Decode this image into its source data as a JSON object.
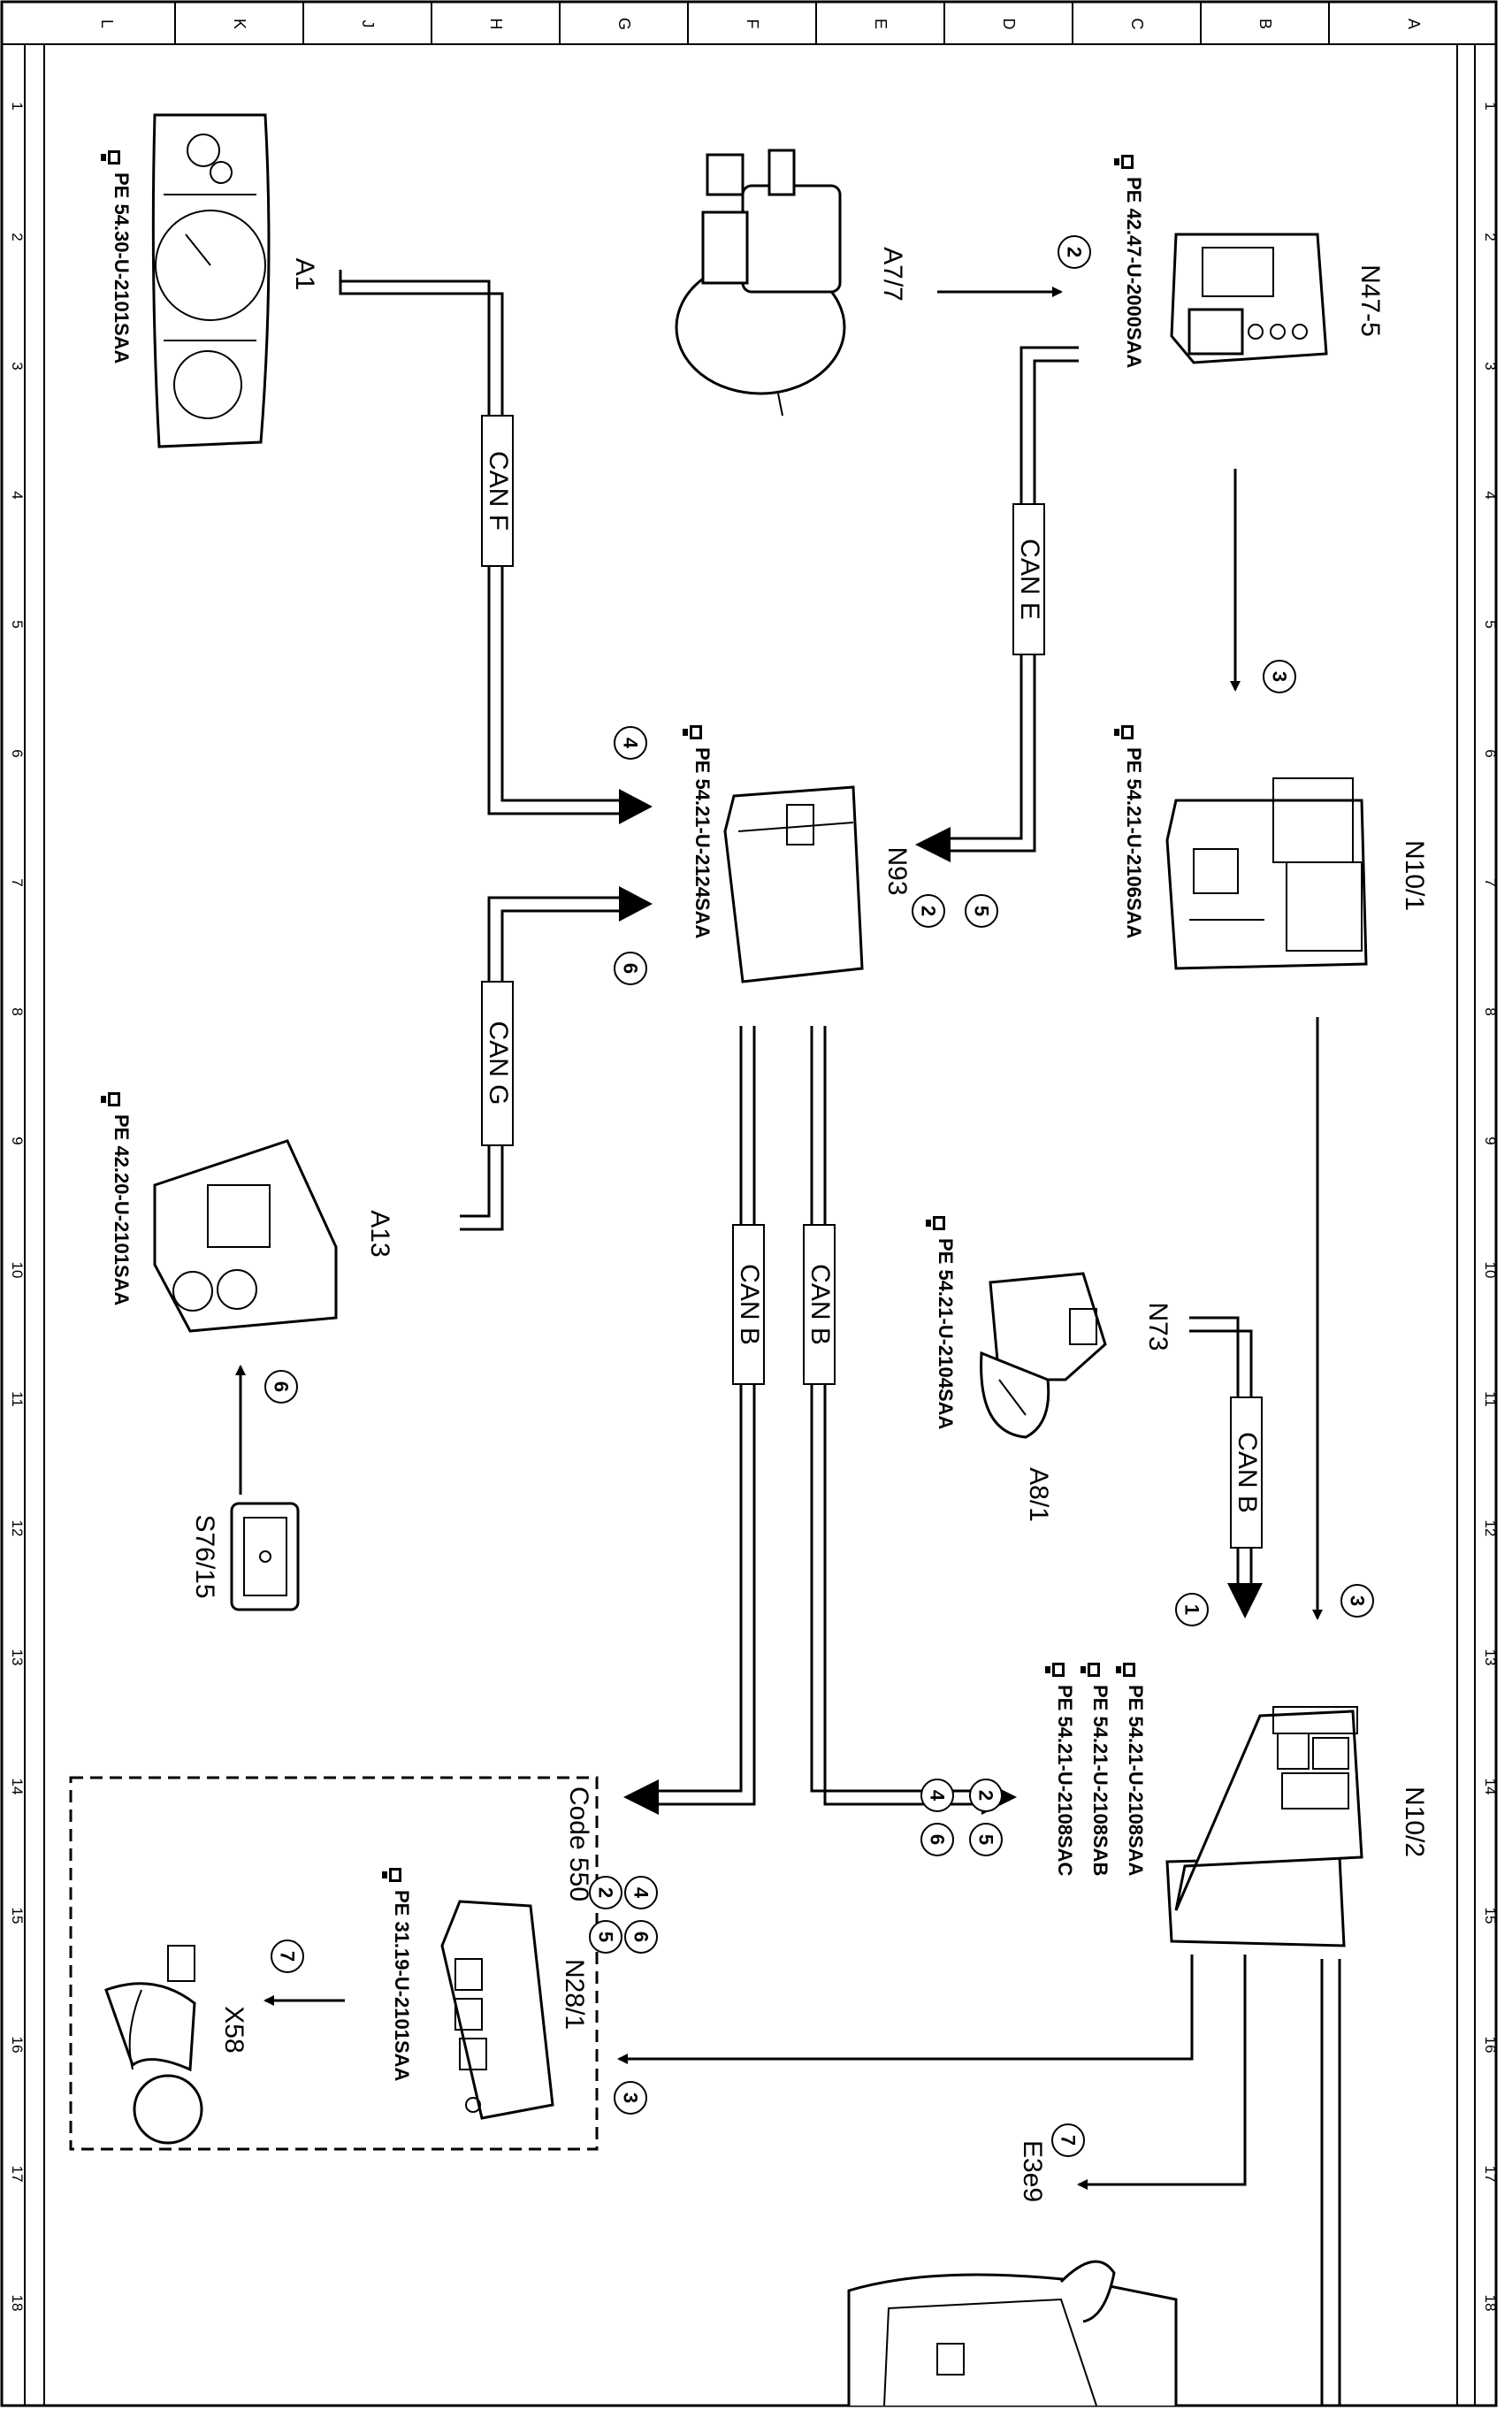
{
  "ruler": {
    "letters": [
      "L",
      "K",
      "J",
      "H",
      "G",
      "F",
      "E",
      "D",
      "C",
      "B",
      "A"
    ],
    "numbers": [
      "1",
      "2",
      "3",
      "4",
      "5",
      "6",
      "7",
      "8",
      "9",
      "10",
      "11",
      "12",
      "13",
      "14",
      "15",
      "16",
      "17",
      "18"
    ]
  },
  "components": {
    "a1": "A1",
    "a7_7": "A7/7",
    "n47_5": "N47-5",
    "n10_1": "N10/1",
    "n93": "N93",
    "a13": "A13",
    "s76_15": "S76/15",
    "n73": "N73",
    "a8_1": "A8/1",
    "n10_2": "N10/2",
    "n28_1": "N28/1",
    "x58": "X58",
    "e3e9": "E3e9"
  },
  "refs": {
    "a1": "PE 54.30-U-2101SAA",
    "n47_5": "PE 42.47-U-2000SAA",
    "n93": "PE 54.21-U-2124SAA",
    "n10_1": "PE 54.21-U-2106SAA",
    "a13": "PE 42.20-U-2101SAA",
    "n73": "PE 54.21-U-2104SAA",
    "n10_2_a": "PE 54.21-U-2108SAA",
    "n10_2_b": "PE 54.21-U-2108SAB",
    "n10_2_c": "PE 54.21-U-2108SAC",
    "n28_1": "PE 31.19-U-2101SAA"
  },
  "buses": {
    "can_f": "CAN F",
    "can_e": "CAN E",
    "can_g": "CAN G",
    "can_b1": "CAN B",
    "can_b2": "CAN B",
    "can_b3": "CAN B"
  },
  "code_box": "Code 550",
  "circles": {
    "c_a77": "2",
    "c_n47_down": "3",
    "c_n93_left_4": "4",
    "c_n93_left_6": "6",
    "c_n93_right_5": "5",
    "c_n93_right_2": "2",
    "c_a13": "6",
    "c_n73": "1",
    "c_n10_1_down": "3",
    "c_n10_2_2": "2",
    "c_n10_2_5": "5",
    "c_n10_2_4": "4",
    "c_n10_2_6": "6",
    "c_n28_4": "4",
    "c_n28_6": "6",
    "c_n28_2": "2",
    "c_n28_5": "5",
    "c_n28_3": "3",
    "c_x58": "7",
    "c_e3e9": "7"
  },
  "colors": {
    "ink": "#000000",
    "paper": "#ffffff"
  },
  "icons": [
    "hand-pointer-icon"
  ]
}
